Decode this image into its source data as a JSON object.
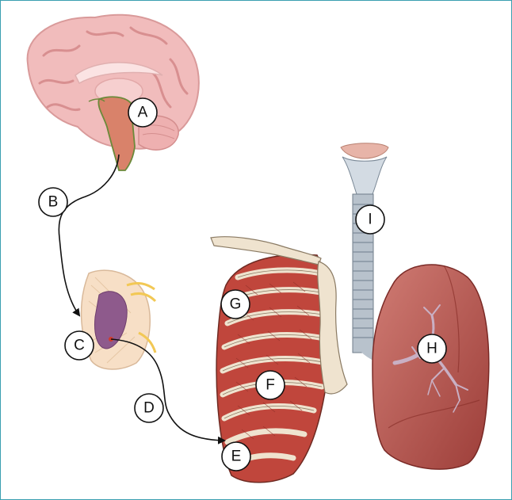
{
  "labels": {
    "A": "A",
    "B": "B",
    "C": "C",
    "D": "D",
    "E": "E",
    "F": "F",
    "G": "G",
    "H": "H",
    "I": "I"
  },
  "colors": {
    "frame": "#3a9fb0",
    "brain": "#f0b8b8",
    "brainstem": "#d9826a",
    "spinal_grey": "#8e5a8c",
    "spinal_white": "#f7dfc6",
    "muscle": "#c0463c",
    "bone": "#efe3cf",
    "lung": "#b9534d",
    "trachea": "#9aa6b2"
  }
}
